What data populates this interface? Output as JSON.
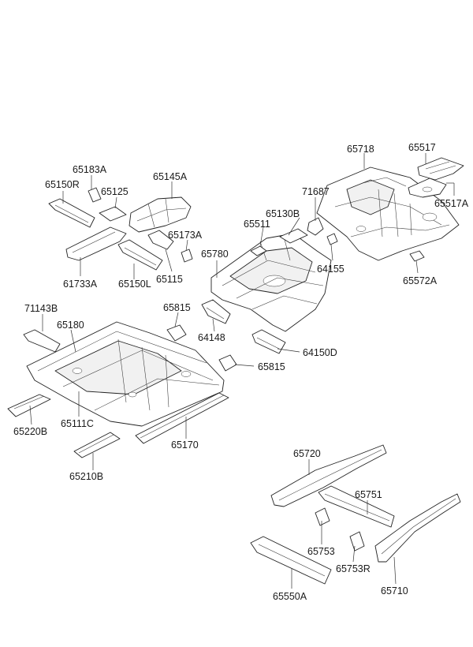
{
  "labels": {
    "l65718": "65718",
    "l65517": "65517",
    "l65517A": "65517A",
    "l71687": "71687",
    "l65130B": "65130B",
    "l65511": "65511",
    "l64155": "64155",
    "l65572A": "65572A",
    "l65780": "65780",
    "l65183A": "65183A",
    "l65150R": "65150R",
    "l65125": "65125",
    "l65145A": "65145A",
    "l65173A": "65173A",
    "l61733A": "61733A",
    "l65150L": "65150L",
    "l65115": "65115",
    "l71143B": "71143B",
    "l65180": "65180",
    "l65815a": "65815",
    "l64148": "64148",
    "l64150D": "64150D",
    "l65815b": "65815",
    "l65220B": "65220B",
    "l65111C": "65111C",
    "l65170": "65170",
    "l65210B": "65210B",
    "l65720": "65720",
    "l65751": "65751",
    "l65753": "65753",
    "l65753R": "65753R",
    "l65710": "65710",
    "l65550A": "65550A"
  }
}
